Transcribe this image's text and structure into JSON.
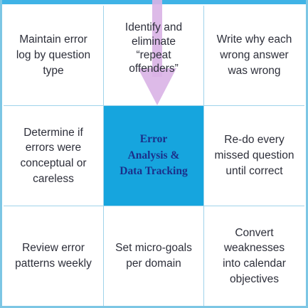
{
  "title": "Error Analysis & Data Tracking",
  "grid": {
    "cells": [
      {
        "id": "r1c1",
        "text": "Maintain error\nlog by question\ntype"
      },
      {
        "id": "r1c2",
        "text": "Identify and\neliminate\n“repeat\noffenders”"
      },
      {
        "id": "r1c3",
        "text": "Write why each\nwrong answer\nwas wrong"
      },
      {
        "id": "r2c1",
        "text": "Determine if\nerrors were\nconceptual or\ncareless"
      },
      {
        "id": "r2c2",
        "text": "Error\nAnalysis &\nData Tracking"
      },
      {
        "id": "r2c3",
        "text": "Re-do every\nmissed question\nuntil correct"
      },
      {
        "id": "r3c1",
        "text": "Review error\npatterns weekly"
      },
      {
        "id": "r3c2",
        "text": "Set micro-goals\nper domain"
      },
      {
        "id": "r3c3",
        "text": "Convert\nweaknesses\ninto calendar\nobjectives"
      }
    ]
  },
  "colors": {
    "center_fill": "#16a5de",
    "center_text": "#1b2f8a",
    "border": "#9fd3ea",
    "arrow": "#d9b3e6"
  }
}
